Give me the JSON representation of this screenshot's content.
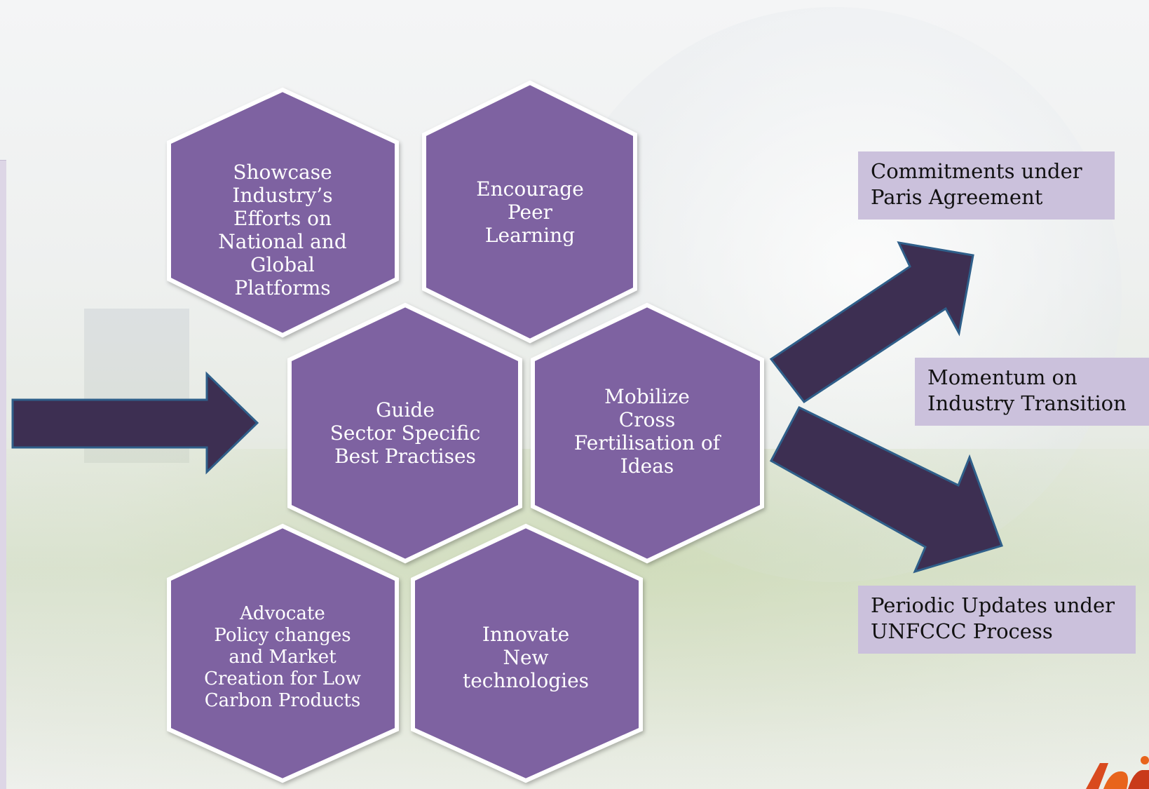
{
  "hexagons": {
    "showcase": "Showcase\nIndustry’s\nEfforts on\nNational and\nGlobal\nPlatforms",
    "encourage": "Encourage\nPeer\nLearning",
    "guide": "Guide\nSector Specific\nBest Practises",
    "mobilize": "Mobilize\nCross\nFertilisation of\nIdeas",
    "advocate": "Advocate\nPolicy changes\nand Market\nCreation for Low\nCarbon Products",
    "innovate": "Innovate\nNew\ntechnologies"
  },
  "outcomes": {
    "commitments": "Commitments under\nParis Agreement",
    "momentum": "Momentum on\nIndustry Transition",
    "periodic": "Periodic Updates under\nUNFCCC Process"
  },
  "colors": {
    "hex_fill": "#7e62a1",
    "arrow_fill": "#3d2f52",
    "arrow_stroke": "#2f5f8a",
    "outcome_fill": "#cbc1dc"
  },
  "logo": "teri"
}
